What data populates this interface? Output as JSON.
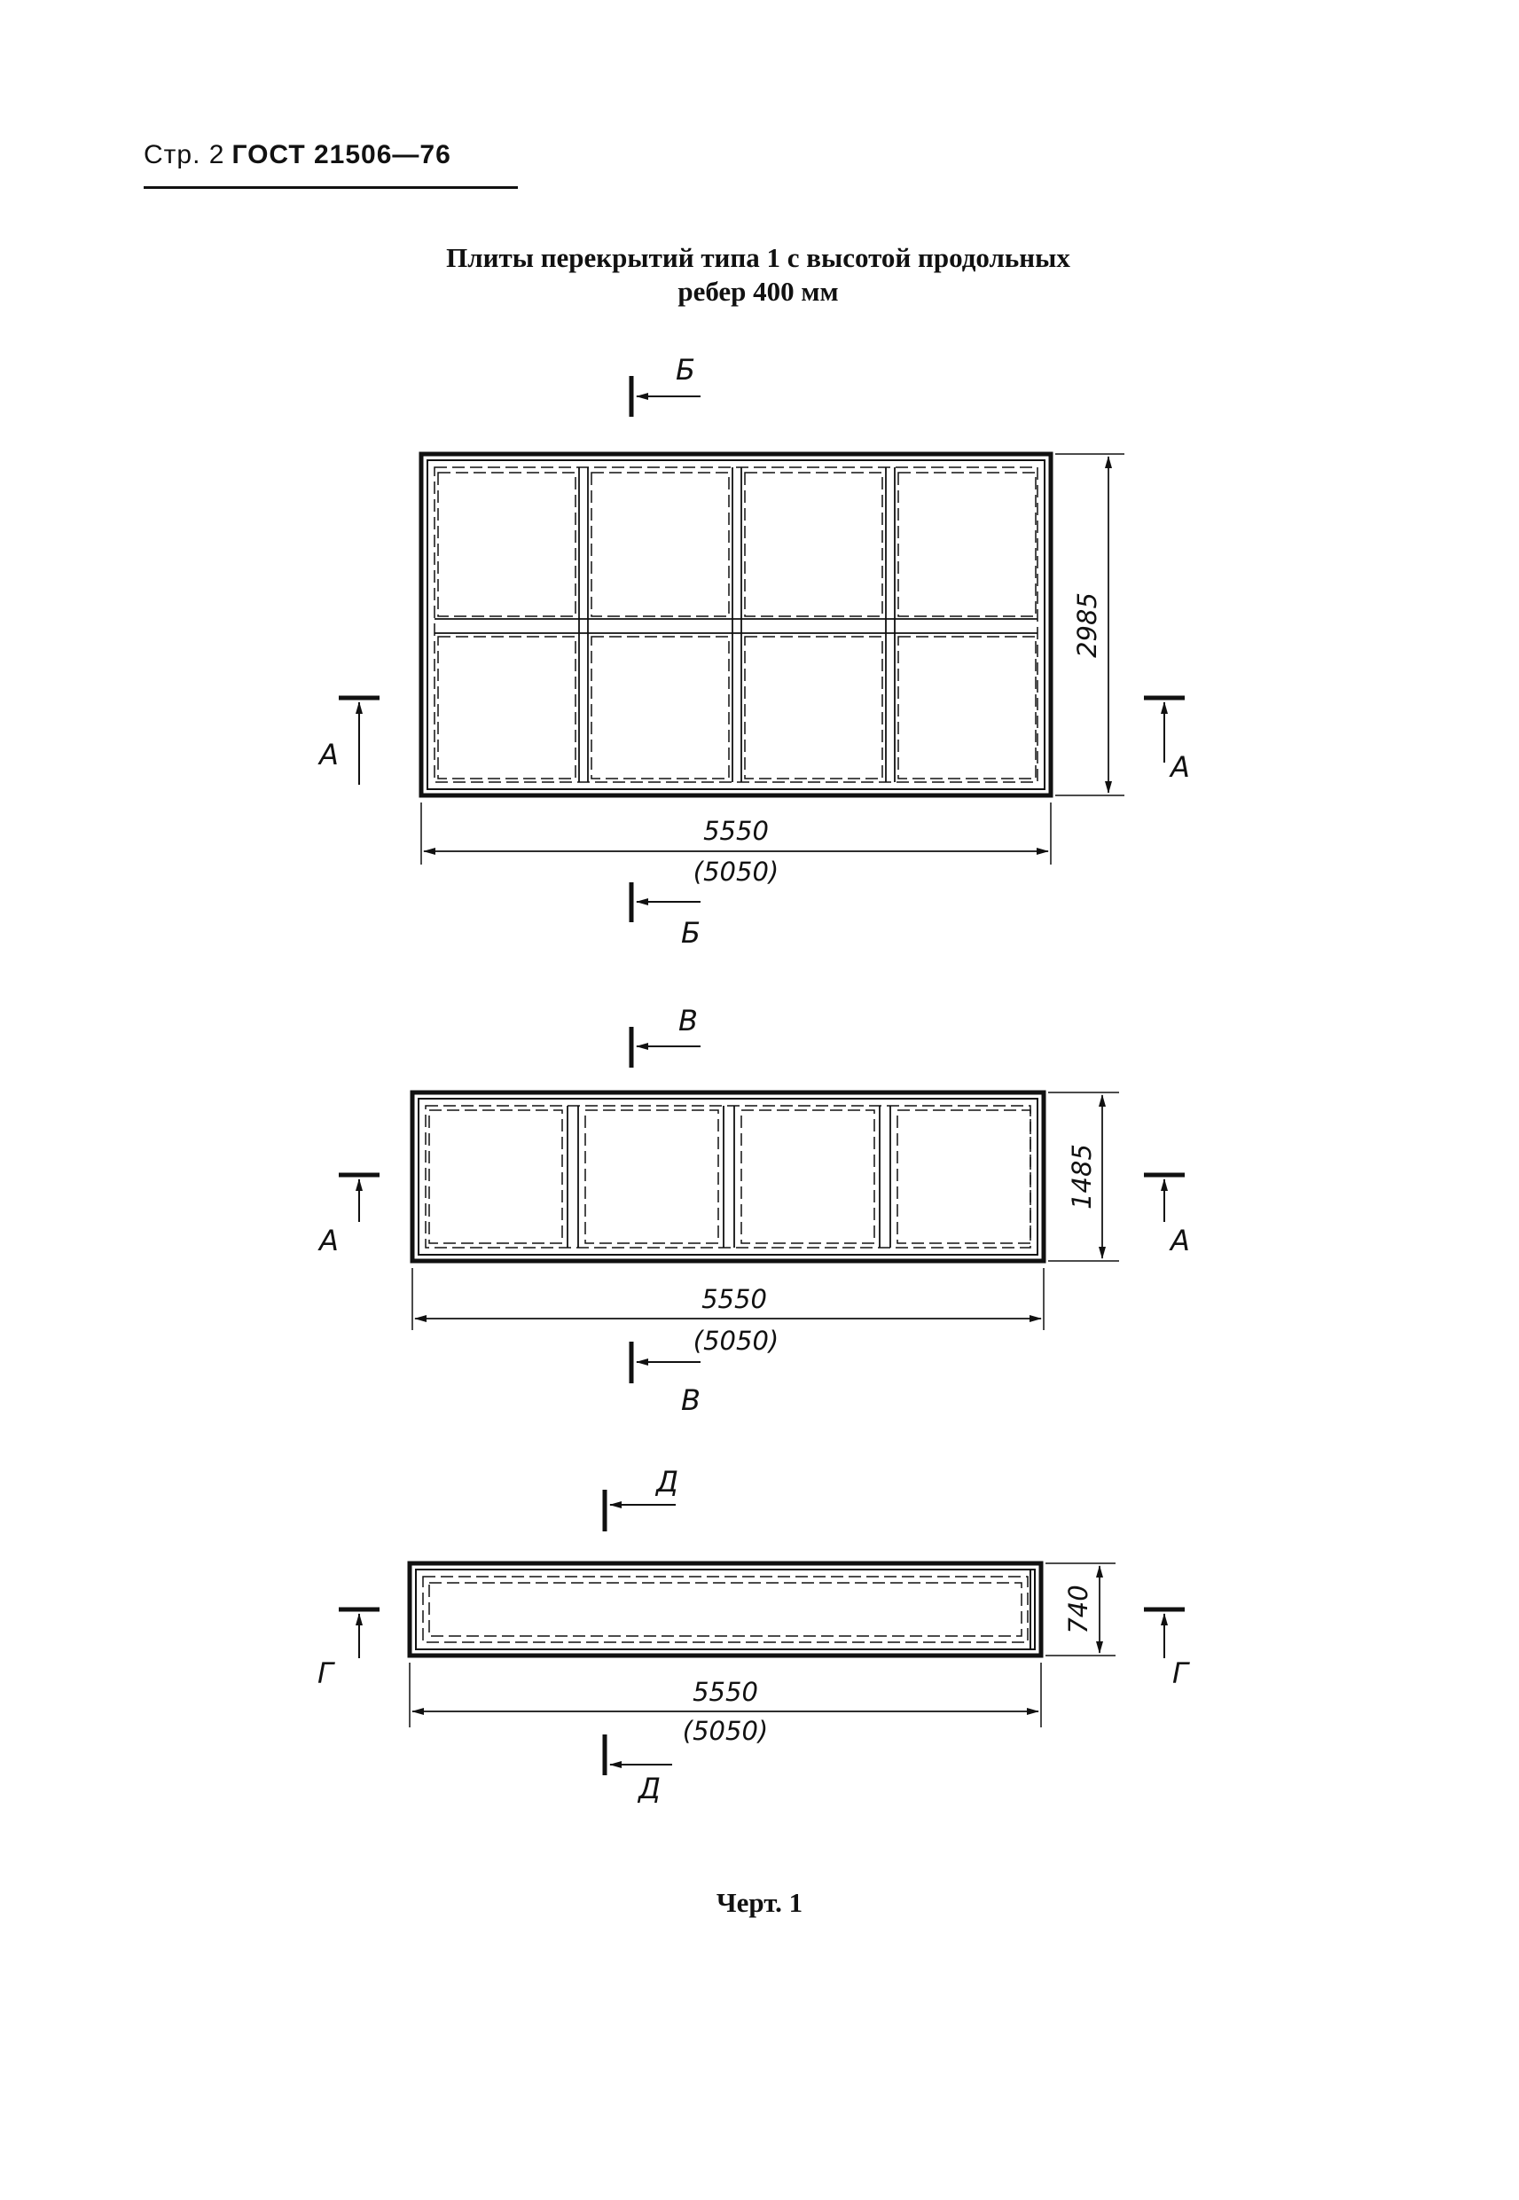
{
  "header": {
    "page_label": "Стр. 2",
    "standard": "ГОСТ 21506—76"
  },
  "title": {
    "line1": "Плиты перекрытий типа 1 с высотой продольных",
    "line2": "ребер 400 мм"
  },
  "figures": [
    {
      "length": "5550",
      "length_alt": "(5050)",
      "width": "2985",
      "section_longitudinal": "Б",
      "section_transverse": "А"
    },
    {
      "length": "5550",
      "length_alt": "(5050)",
      "width": "1485",
      "section_longitudinal": "В",
      "section_transverse": "А"
    },
    {
      "length": "5550",
      "length_alt": "(5050)",
      "width": "740",
      "section_longitudinal": "Д",
      "section_transverse": "Г"
    }
  ],
  "caption": "Черт. 1"
}
